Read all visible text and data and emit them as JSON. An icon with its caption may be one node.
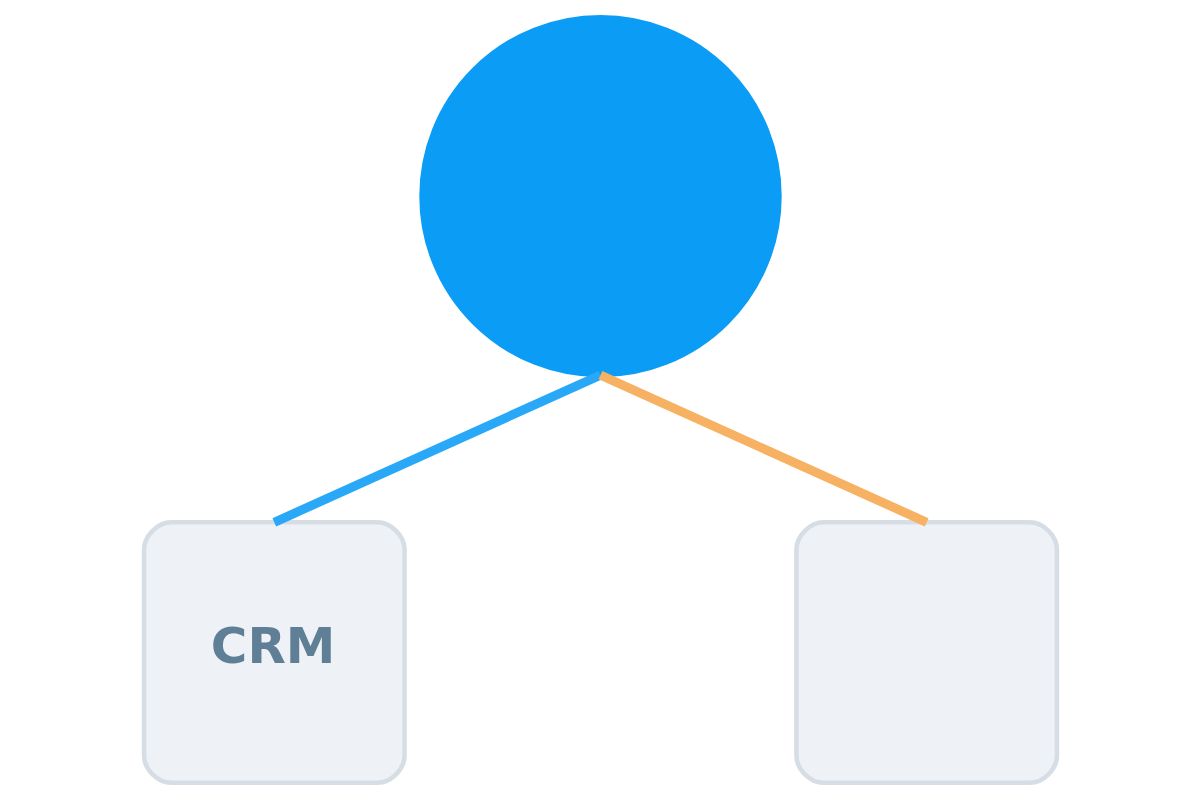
{
  "diagram": {
    "nodes": [
      {
        "text": [],
        "shape": "circle"
      },
      {
        "text": [
          "CRM"
        ]
      },
      {
        "text": [],
        "shape": "box"
      }
    ],
    "edges": [
      {
        "from": 0,
        "to": 1,
        "arrow": "none",
        "color": "#2aa8f8"
      },
      {
        "from": 0,
        "to": 2,
        "arrow": "none",
        "color": "#f7b162"
      }
    ]
  }
}
